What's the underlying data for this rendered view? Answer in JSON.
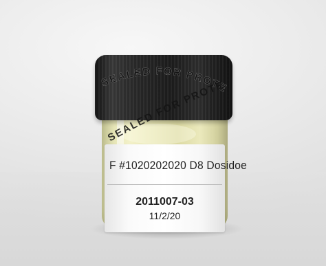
{
  "photo": {
    "lid_text": "SEALED FOR PROTECTION",
    "label": {
      "title": "F #1020202020 D8 Dosidoe",
      "batch": "2011007-03",
      "date": "11/2/20"
    }
  },
  "colors": {
    "background": "#e9e9e9",
    "lid": "#1d1d1d",
    "oil": "#e7e6b8",
    "label": "#ffffff",
    "text": "#222222"
  }
}
